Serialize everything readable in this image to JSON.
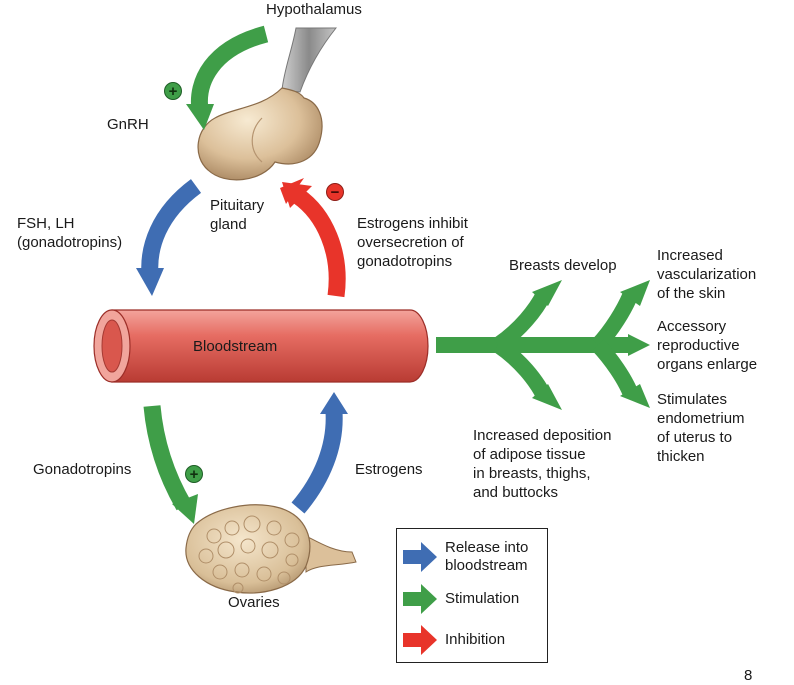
{
  "labels": {
    "hypothalamus": "Hypothalamus",
    "gnrh": "GnRH",
    "pituitary": "Pituitary\ngland",
    "fsh_lh": "FSH, LH\n(gonadotropins)",
    "estrogens_inhibit": "Estrogens inhibit\noversecretion of\ngonadotropins",
    "bloodstream": "Bloodstream",
    "gonadotropins": "Gonadotropins",
    "estrogens": "Estrogens",
    "ovaries": "Ovaries",
    "breasts_develop": "Breasts develop",
    "vascularization": "Increased\nvascularization\nof the skin",
    "accessory": "Accessory\nreproductive\norgans enlarge",
    "endometrium": "Stimulates\nendometrium\nof uterus to\nthicken",
    "adipose": "Increased deposition\nof adipose tissue\nin breasts, thighs,\nand buttocks",
    "page_number": "8"
  },
  "signs": {
    "plus": "+",
    "minus": "−"
  },
  "legend": [
    {
      "label": "Release into\nbloodstream",
      "color": "#3f6db3"
    },
    {
      "label": "Stimulation",
      "color": "#3f9e48"
    },
    {
      "label": "Inhibition",
      "color": "#e8342a"
    }
  ],
  "colors": {
    "release": "#3f6db3",
    "stimulation": "#3f9e48",
    "inhibition": "#e8342a",
    "vessel": "#e0675f"
  }
}
